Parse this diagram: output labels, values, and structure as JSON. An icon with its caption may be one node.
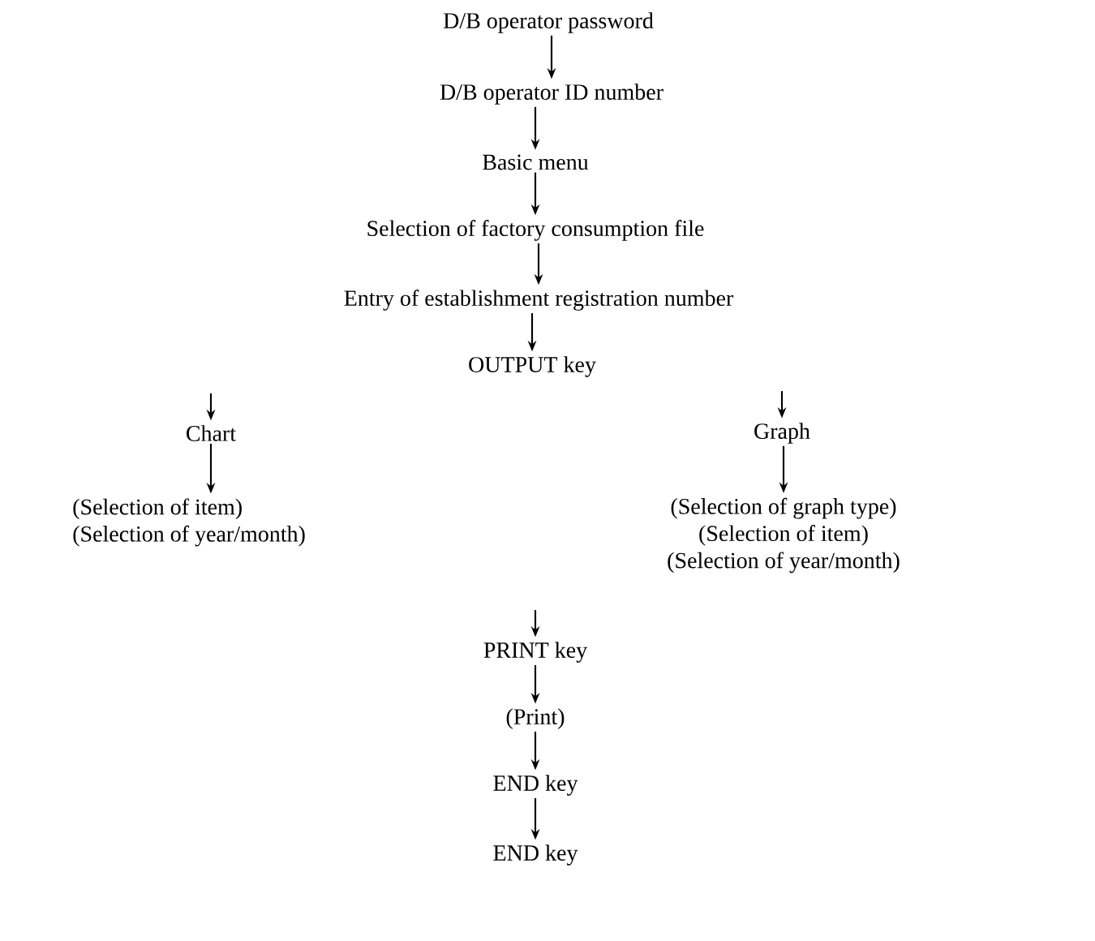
{
  "diagram": {
    "nodes": [
      {
        "text": [
          "D/B operator password"
        ]
      },
      {
        "text": [
          "D/B operator ID number"
        ]
      },
      {
        "text": [
          "Basic menu"
        ]
      },
      {
        "text": [
          "Selection of factory consumption file"
        ]
      },
      {
        "text": [
          "Entry of establishment registration number"
        ]
      },
      {
        "text": [
          "OUTPUT key"
        ]
      },
      {
        "text": [
          "Chart"
        ]
      },
      {
        "text": [
          "(Selection of item)",
          "(Selection of year/month)"
        ]
      },
      {
        "text": [
          "Graph"
        ]
      },
      {
        "text": [
          "(Selection of graph type)",
          "(Selection of item)",
          "(Selection of year/month)"
        ]
      },
      {
        "text": [
          "PRINT key"
        ]
      },
      {
        "text": [
          "(Print)"
        ]
      },
      {
        "text": [
          "END key"
        ]
      },
      {
        "text": [
          "END key"
        ]
      }
    ],
    "edges": [
      {
        "from": 0,
        "to": 1,
        "arrow": "to"
      },
      {
        "from": 1,
        "to": 2,
        "arrow": "to"
      },
      {
        "from": 2,
        "to": 3,
        "arrow": "to"
      },
      {
        "from": 3,
        "to": 4,
        "arrow": "to"
      },
      {
        "from": 4,
        "to": 5,
        "arrow": "to"
      },
      {
        "from": null,
        "to": 6,
        "arrow": "to"
      },
      {
        "from": 6,
        "to": 7,
        "arrow": "to"
      },
      {
        "from": null,
        "to": 8,
        "arrow": "to"
      },
      {
        "from": 8,
        "to": 9,
        "arrow": "to"
      },
      {
        "from": null,
        "to": 10,
        "arrow": "to"
      },
      {
        "from": 10,
        "to": 11,
        "arrow": "to"
      },
      {
        "from": 11,
        "to": 12,
        "arrow": "to"
      },
      {
        "from": 12,
        "to": 13,
        "arrow": "to"
      }
    ]
  }
}
